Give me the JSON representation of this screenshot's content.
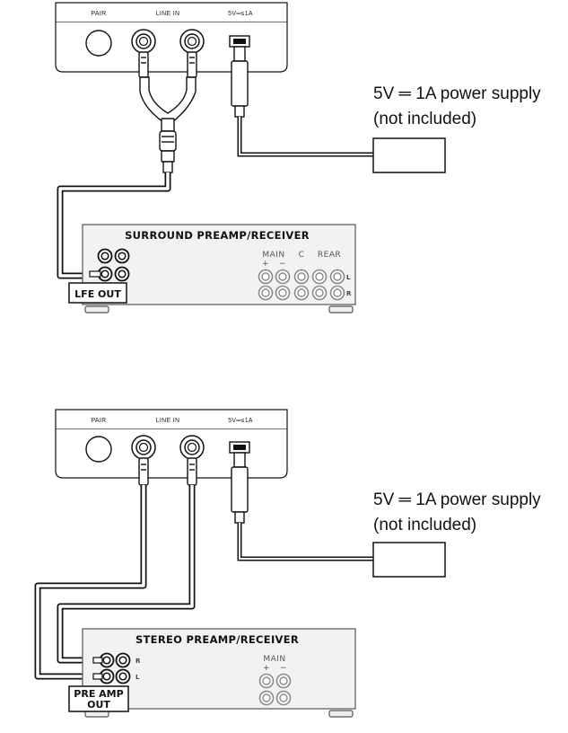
{
  "diagram1": {
    "sub_ports": {
      "pair": "PAIR",
      "line_in": "LINE IN",
      "power": "5V═≤1A"
    },
    "receiver_title": "SURROUND PREAMP/RECEIVER",
    "receiver_ports": {
      "main": "MAIN",
      "main_plus": "+",
      "main_minus": "−",
      "center": "C",
      "rear": "REAR",
      "left": "L",
      "right": "R"
    },
    "output_label": "LFE OUT",
    "power_supply": {
      "line1": "5V ═ 1A power supply",
      "line2": "(not included)"
    }
  },
  "diagram2": {
    "sub_ports": {
      "pair": "PAIR",
      "line_in": "LINE IN",
      "power": "5V═≤1A"
    },
    "receiver_title": "STEREO PREAMP/RECEIVER",
    "receiver_ports": {
      "main": "MAIN",
      "main_plus": "+",
      "main_minus": "−",
      "right": "R",
      "left": "L"
    },
    "output_label_line1": "PRE AMP",
    "output_label_line2": "OUT",
    "power_supply": {
      "line1": "5V ═ 1A power supply",
      "line2": "(not included)"
    }
  },
  "colors": {
    "line": "#1a1a1a",
    "panel_fill": "#f2f2f2",
    "cable_fill": "#ffffff",
    "gray_jack": "#8a8a8a"
  }
}
